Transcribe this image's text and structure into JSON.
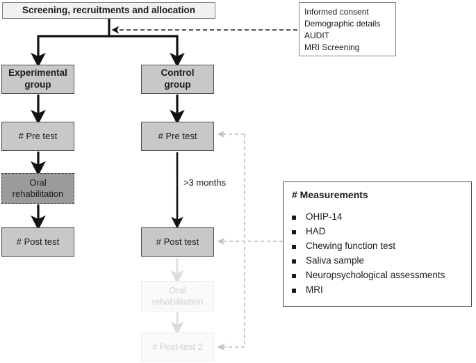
{
  "diagram": {
    "title": "Screening, recruitments and allocation",
    "header": {
      "label": "Screening, recruitments and allocation"
    },
    "screening_box": {
      "items": [
        "Informed consent",
        "Demographic details",
        "AUDIT",
        "MRI Screening"
      ]
    },
    "arms": {
      "experimental": {
        "group_label": "Experimental\ngroup",
        "group_line1": "Experimental",
        "group_line2": "group",
        "pre_test": "# Pre test",
        "intervention_line1": "Oral",
        "intervention_line2": "rehabilitation",
        "post_test": "# Post test"
      },
      "control": {
        "group_line1": "Control",
        "group_line2": "group",
        "pre_test": "# Pre test",
        "wait_label": ">3 months",
        "post_test": "# Post test",
        "ghost_intervention_line1": "Oral",
        "ghost_intervention_line2": "rehabilitation",
        "ghost_post_test2": "# Post-test 2"
      }
    },
    "measurements": {
      "title": "# Measurements",
      "items": [
        "OHIP-14",
        "HAD",
        "Chewing function test",
        "Saliva sample",
        "Neuropsychological assessments",
        "MRI"
      ]
    },
    "colors": {
      "box_fill_gray": "#c8c8c8",
      "box_fill_header": "#f1f1f1",
      "intervention_fill": "#9b9b9b",
      "ghost_text": "#cfcfcf",
      "arrow_dark": "#111111",
      "connector_gray": "#c4c4c4",
      "border_dark": "#4d4d4d"
    }
  }
}
